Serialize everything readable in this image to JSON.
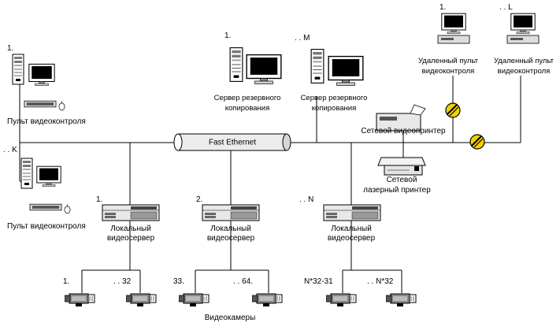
{
  "labels": {
    "console_1_index": "1.",
    "console_1_caption": "Пульт видеоконтроля",
    "console_k_index": ". . K",
    "console_k_caption": "Пульт видеоконтроля",
    "backup_1_index": "1.",
    "backup_1_line1": "Сервер резервного",
    "backup_1_line2": "копирования",
    "backup_m_index": ". . M",
    "backup_m_line1": "Сервер резервного",
    "backup_m_line2": "копирования",
    "remote_1_index": "1.",
    "remote_1_line1": "Удаленный пульт",
    "remote_1_line2": "видеоконтроля",
    "remote_l_index": ". . L",
    "remote_l_line1": "Удаленный пульт",
    "remote_l_line2": "видеоконтроля",
    "bus": "Fast Ethernet",
    "printer_video": "Сетевой видеопринтер",
    "printer_laser_line1": "Сетевой",
    "printer_laser_line2": "лазерный принтер",
    "vs_1_index": "1.",
    "vs_1_line1": "Локальный",
    "vs_1_line2": "видеосервер",
    "vs_2_index": "2.",
    "vs_2_line1": "Локальный",
    "vs_2_line2": "видеосервер",
    "vs_n_index": ". . N",
    "vs_n_line1": "Локальный",
    "vs_n_line2": "видеосервер",
    "cam_g1_first": "1.",
    "cam_g1_last": ". . 32",
    "cam_g2_first": "33.",
    "cam_g2_last": ". . 64.",
    "cam_g3_first": "N*32-31",
    "cam_g3_last": ". . N*32",
    "cameras_caption": "Видеокамеры"
  }
}
